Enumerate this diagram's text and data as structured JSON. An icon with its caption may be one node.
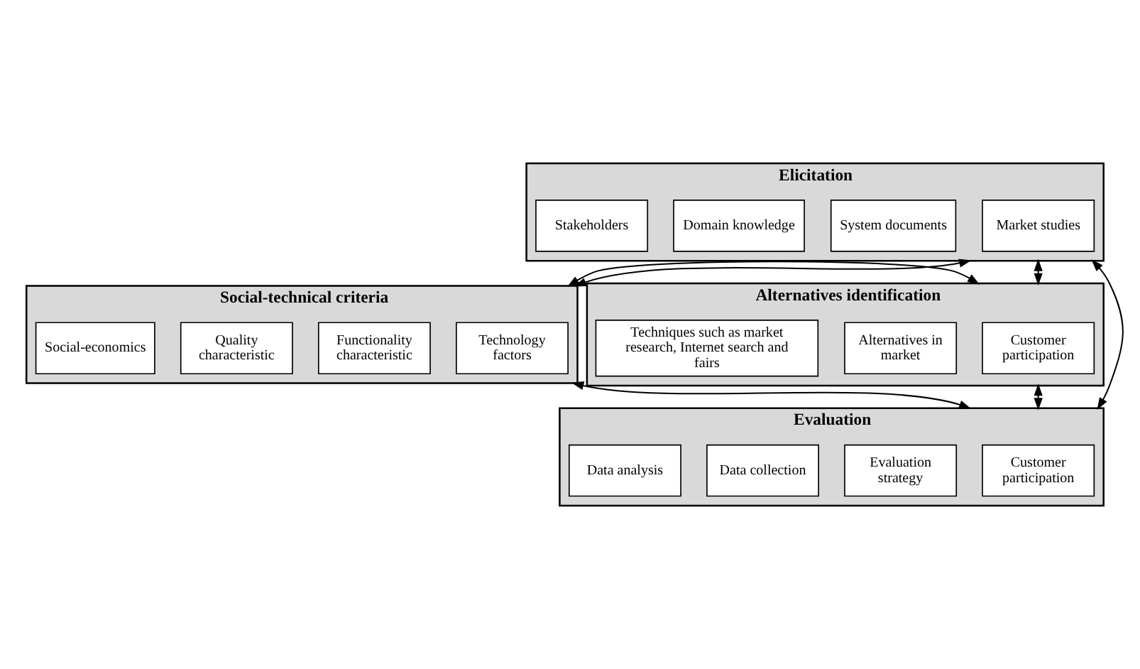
{
  "diagram": {
    "nodes": [
      {
        "text": [
          "Elicitation"
        ]
      },
      {
        "text": [
          "Market studies"
        ],
        "in": 0
      },
      {
        "text": [
          "System documents"
        ],
        "in": 0
      },
      {
        "text": [
          "Domain knowledge"
        ],
        "in": 0
      },
      {
        "text": [
          "Stakeholders"
        ],
        "in": 0
      },
      {
        "text": [
          "Social-technical criteria"
        ]
      },
      {
        "text": [
          "Technology factors"
        ],
        "in": 5
      },
      {
        "text": [
          "Functionality characteristic"
        ],
        "in": 5
      },
      {
        "text": [
          "Quality characteristic"
        ],
        "in": 5
      },
      {
        "text": [
          "Social-economics"
        ],
        "in": 5
      },
      {
        "text": [
          "Alternatives identification"
        ]
      },
      {
        "text": [
          "Customer participation"
        ],
        "in": 10
      },
      {
        "text": [
          "Alternatives in market"
        ],
        "in": 10
      },
      {
        "text": [
          "Techniques such as market research, Internet search and fairs"
        ],
        "in": 10
      },
      {
        "text": [
          "Evaluation"
        ]
      },
      {
        "text": [
          "Customer participation"
        ],
        "in": 14
      },
      {
        "text": [
          "Evaluation strategy"
        ],
        "in": 14
      },
      {
        "text": [
          "Data collection"
        ],
        "in": 14
      },
      {
        "text": [
          "Data analysis"
        ],
        "in": 14
      }
    ],
    "edges": [
      {
        "from": 0,
        "to": 5,
        "arrow": "both"
      },
      {
        "from": 0,
        "to": 10,
        "arrow": "both"
      },
      {
        "from": 0,
        "to": 14,
        "arrow": "both"
      },
      {
        "from": 5,
        "to": 10,
        "arrow": "both"
      },
      {
        "from": 5,
        "to": 14,
        "arrow": "both"
      },
      {
        "from": 10,
        "to": 14,
        "arrow": "both"
      }
    ]
  }
}
